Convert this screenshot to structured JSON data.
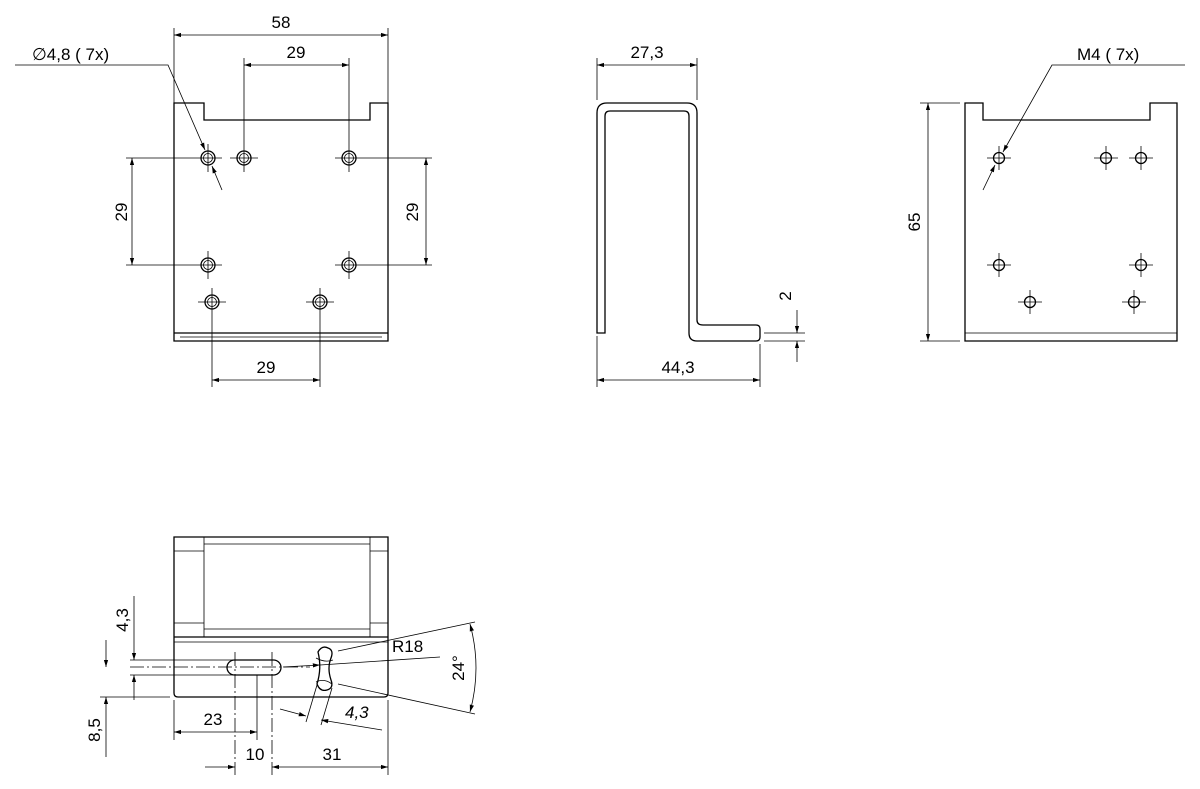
{
  "front_view": {
    "hole_label": "∅4,8 ( 7x)",
    "width": "58",
    "hole_spacing_top": "29",
    "hole_spacing_left": "29",
    "hole_spacing_right": "29",
    "hole_spacing_bottom": "29"
  },
  "side_view": {
    "depth_top": "27,3",
    "depth_bottom": "44,3",
    "thickness": "2"
  },
  "rear_view": {
    "thread_label": "M4 ( 7x)",
    "height": "65"
  },
  "bottom_view": {
    "slot_width": "4,3",
    "slot_offset": "8,5",
    "slot_pos": "23",
    "slot_length": "10",
    "arc_pos": "31",
    "radius": "R18",
    "angle": "24°",
    "arc_slot_width": "4,3"
  }
}
